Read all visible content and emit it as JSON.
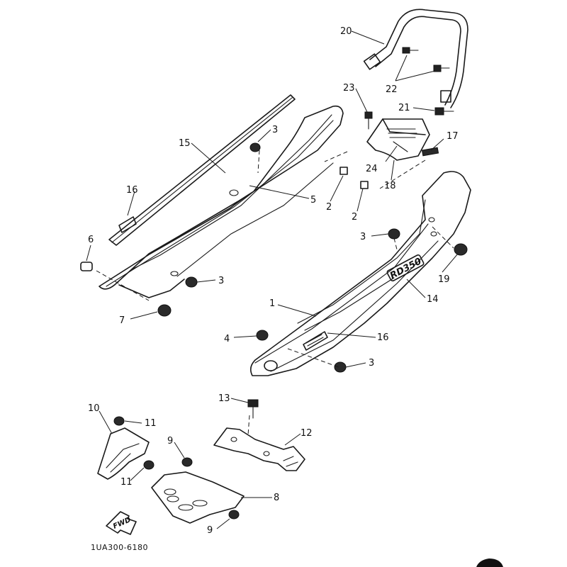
{
  "diagram": {
    "part_code": "1UA300-6180",
    "emblem_text": "RD350",
    "fwd_label": "FWD",
    "callouts": {
      "c1": "1",
      "c2a": "2",
      "c2b": "2",
      "c3a": "3",
      "c3b": "3",
      "c3c": "3",
      "c3d": "3",
      "c4": "4",
      "c5": "5",
      "c6": "6",
      "c7": "7",
      "c8": "8",
      "c9a": "9",
      "c9b": "9",
      "c10": "10",
      "c11a": "11",
      "c11b": "11",
      "c12": "12",
      "c13": "13",
      "c14": "14",
      "c15": "15",
      "c16a": "16",
      "c16b": "16",
      "c17": "17",
      "c18": "18",
      "c19": "19",
      "c20": "20",
      "c21": "21",
      "c22": "22",
      "c23": "23",
      "c24": "24"
    }
  }
}
